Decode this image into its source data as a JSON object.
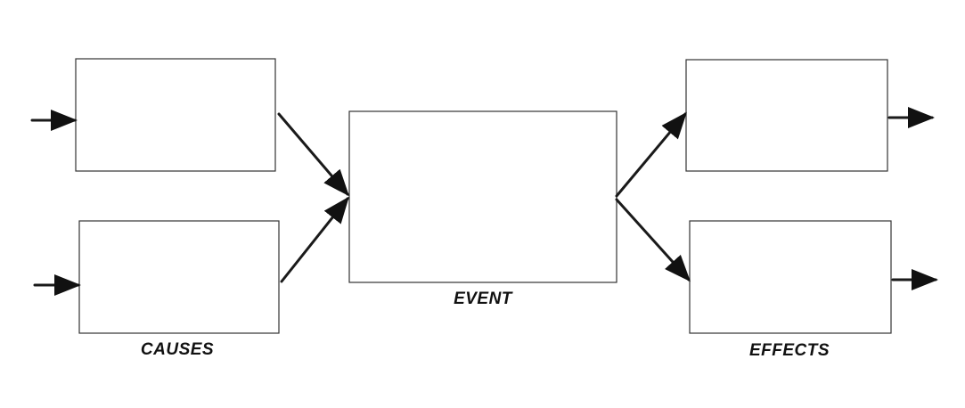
{
  "labels": {
    "causes": "CAUSES",
    "event": "EVENT",
    "effects": "EFFECTS"
  }
}
